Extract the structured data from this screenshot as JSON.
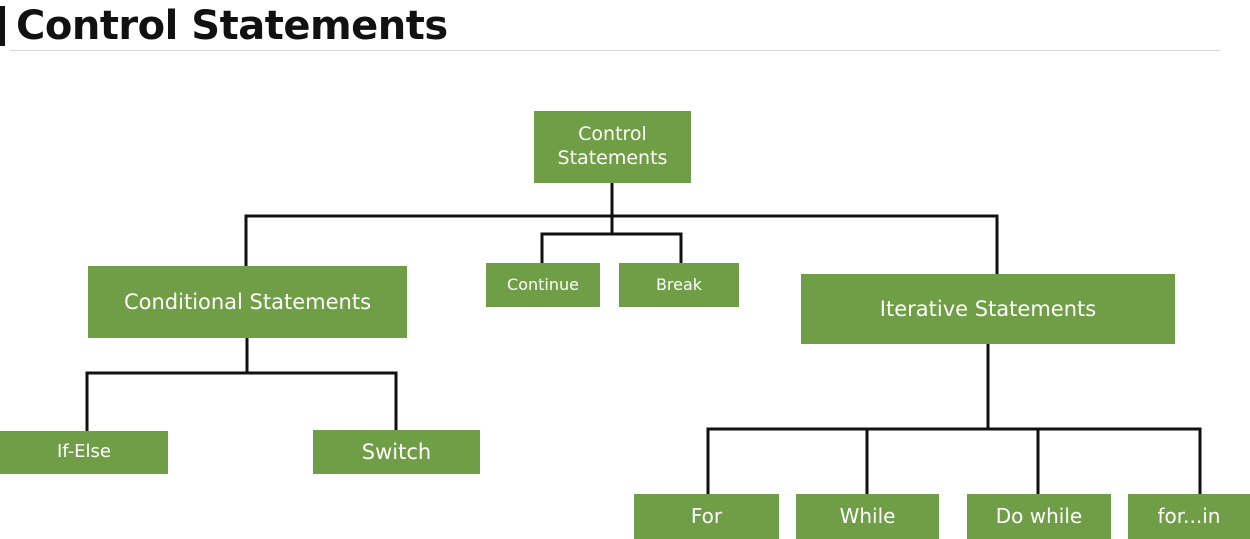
{
  "page": {
    "title": "Control Statements"
  },
  "diagram": {
    "box_color": "#6f9e47",
    "line_color": "#111111",
    "nodes": {
      "root": "Control Statements",
      "conditional": "Conditional Statements",
      "continue": "Continue",
      "break": "Break",
      "iterative": "Iterative Statements",
      "if_else": "If-Else",
      "switch": "Switch",
      "for": "For",
      "while": "While",
      "do_while": "Do while",
      "for_in": "for...in"
    }
  }
}
